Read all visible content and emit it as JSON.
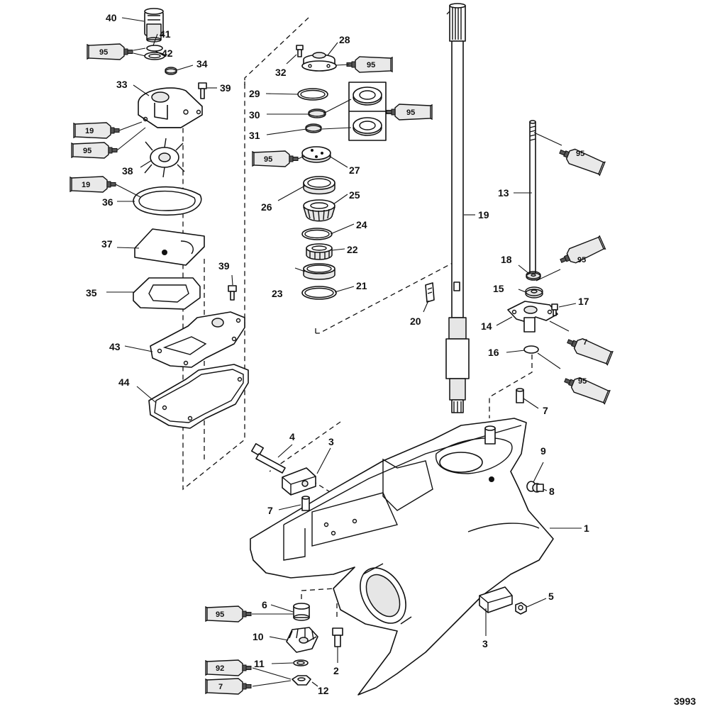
{
  "figure_number": "3993",
  "callouts": {
    "c1": "1",
    "c2": "2",
    "c3a": "3",
    "c3b": "3",
    "c4": "4",
    "c5": "5",
    "c6": "6",
    "c7a": "7",
    "c7b": "7",
    "c8": "8",
    "c9": "9",
    "c10": "10",
    "c11": "11",
    "c12": "12",
    "c13": "13",
    "c14": "14",
    "c15": "15",
    "c16": "16",
    "c17": "17",
    "c18": "18",
    "c19": "19",
    "c20": "20",
    "c21": "21",
    "c22": "22",
    "c23": "23",
    "c24": "24",
    "c25": "25",
    "c26": "26",
    "c27": "27",
    "c28": "28",
    "c29": "29",
    "c30": "30",
    "c31": "31",
    "c32": "32",
    "c33": "33",
    "c34": "34",
    "c35": "35",
    "c36": "36",
    "c37": "37",
    "c38": "38",
    "c39a": "39",
    "c39b": "39",
    "c40": "40",
    "c41": "41",
    "c42": "42",
    "c43": "43",
    "c44": "44"
  },
  "tubes": {
    "t1": "95",
    "t2": "19",
    "t3": "95",
    "t4": "19",
    "t5": "95",
    "t6": "95",
    "t7": "95",
    "t8": "95",
    "t9": "95",
    "t10": "7",
    "t11": "95",
    "t12": "95",
    "t13": "92",
    "t14": "7"
  }
}
